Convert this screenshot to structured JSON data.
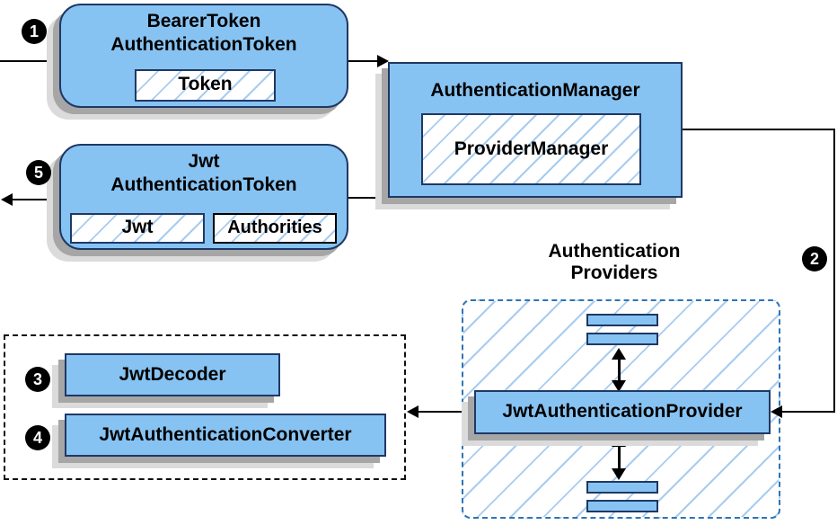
{
  "steps": [
    {
      "label": "1"
    },
    {
      "label": "2"
    },
    {
      "label": "3"
    },
    {
      "label": "4"
    },
    {
      "label": "5"
    }
  ],
  "nodes": {
    "bearer_token": {
      "line1": "BearerToken",
      "line2": "AuthenticationToken",
      "token_label": "Token"
    },
    "authentication_manager": {
      "title": "AuthenticationManager",
      "provider_manager_label": "ProviderManager"
    },
    "jwt_authentication_token": {
      "line1": "Jwt",
      "line2": "AuthenticationToken",
      "jwt_label": "Jwt",
      "authorities_label": "Authorities"
    },
    "authentication_providers": {
      "heading_line1": "Authentication",
      "heading_line2": "Providers",
      "jwt_authentication_provider_label": "JwtAuthenticationProvider"
    },
    "resolvers": {
      "jwt_decoder_label": "JwtDecoder",
      "jwt_authentication_converter_label": "JwtAuthenticationConverter"
    }
  },
  "colors": {
    "box_fill": "#87C3F2",
    "box_border": "#1F3864",
    "hatch_line": "#A8CCF0",
    "providers_dash": "#2E74B5",
    "shadow_dark": "#A6A6A6",
    "shadow_light": "#DBDBDB",
    "arrow": "#000000",
    "step_badge_bg": "#000000",
    "step_badge_text": "#FFFFFF"
  }
}
